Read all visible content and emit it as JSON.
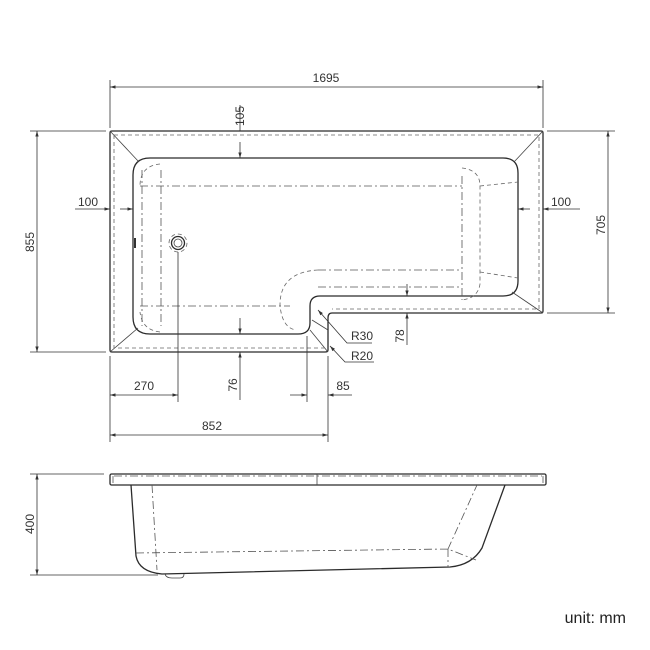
{
  "plan_view": {
    "dimensions": {
      "overall_length": "1695",
      "overall_width": "855",
      "narrow_width": "705",
      "top_rim": "105",
      "left_rim": "100",
      "right_rim": "100",
      "radius_inner": "R30",
      "radius_outer": "R20",
      "step_rim": "78",
      "waste_offset": "270",
      "bottom_rim": "76",
      "step_offset": "85",
      "wide_section_length": "852"
    }
  },
  "elevation_view": {
    "dimensions": {
      "height": "400"
    }
  },
  "unit_label": "unit: mm"
}
